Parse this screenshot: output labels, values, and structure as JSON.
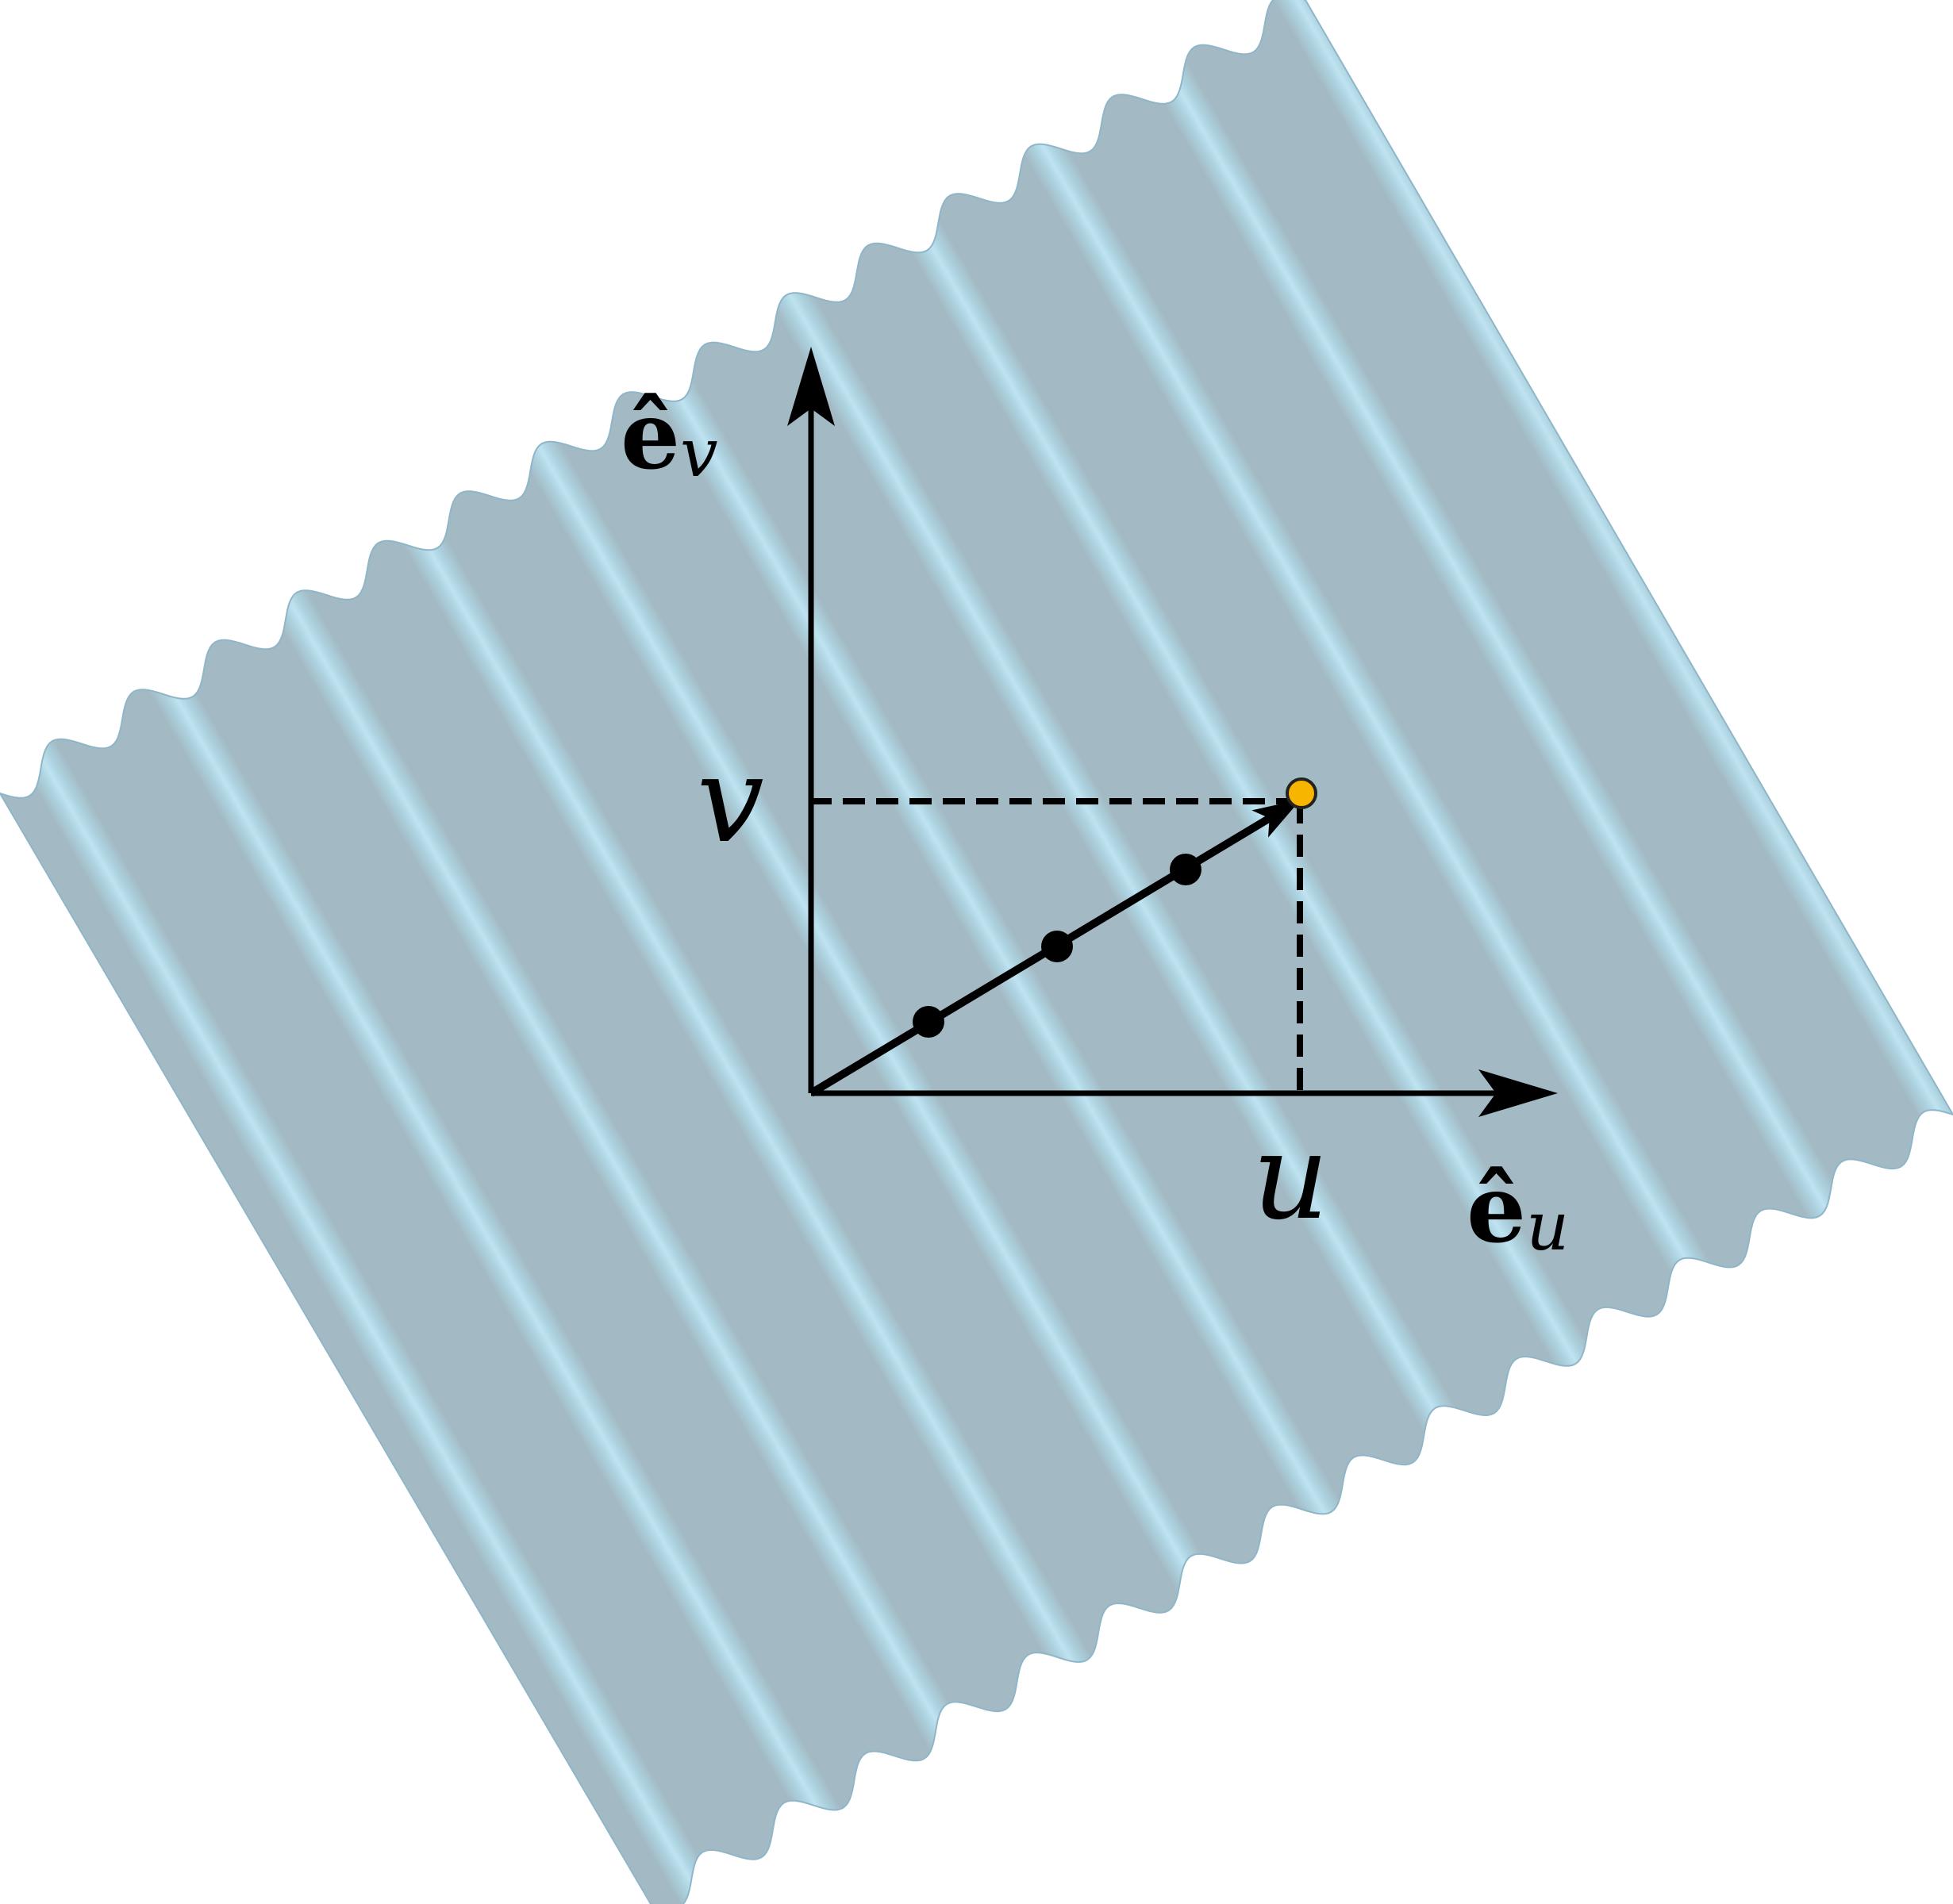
{
  "labels": {
    "ev_base": "ê",
    "ev_sub": "v",
    "eu_base": "ê",
    "eu_sub": "u",
    "v": "v",
    "u": "u"
  },
  "colors": {
    "sheet_base": "#a3bac4",
    "sheet_highlight": "#bfe3f1",
    "ink": "#000000",
    "point_fill": "#f7b500",
    "point_stroke": "#222222"
  }
}
